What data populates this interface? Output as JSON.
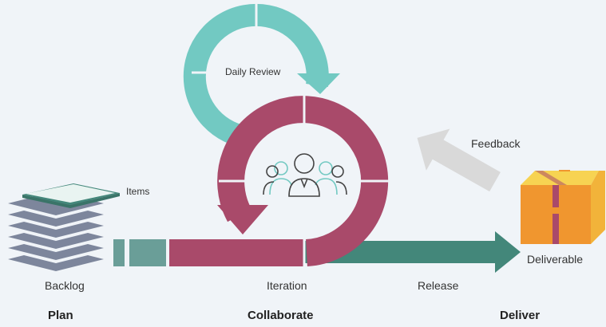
{
  "labels": {
    "items": "Items",
    "daily_review": "Daily Review",
    "feedback": "Feedback",
    "deliverable": "Deliverable",
    "backlog": "Backlog",
    "iteration": "Iteration",
    "release": "Release"
  },
  "stages": {
    "plan": "Plan",
    "collaborate": "Collaborate",
    "deliver": "Deliver"
  },
  "colors": {
    "background": "#f0f4f8",
    "teal": "#72c9c2",
    "maroon": "#a94a6a",
    "dark_green": "#43877a",
    "slate": "#7d869c",
    "gray_arrow": "#d9d9d9",
    "box_orange": "#f0962f",
    "box_yellow": "#f7d352"
  },
  "icons": [
    "backlog-stack-icon",
    "team-icon",
    "deliverable-box-icon"
  ]
}
